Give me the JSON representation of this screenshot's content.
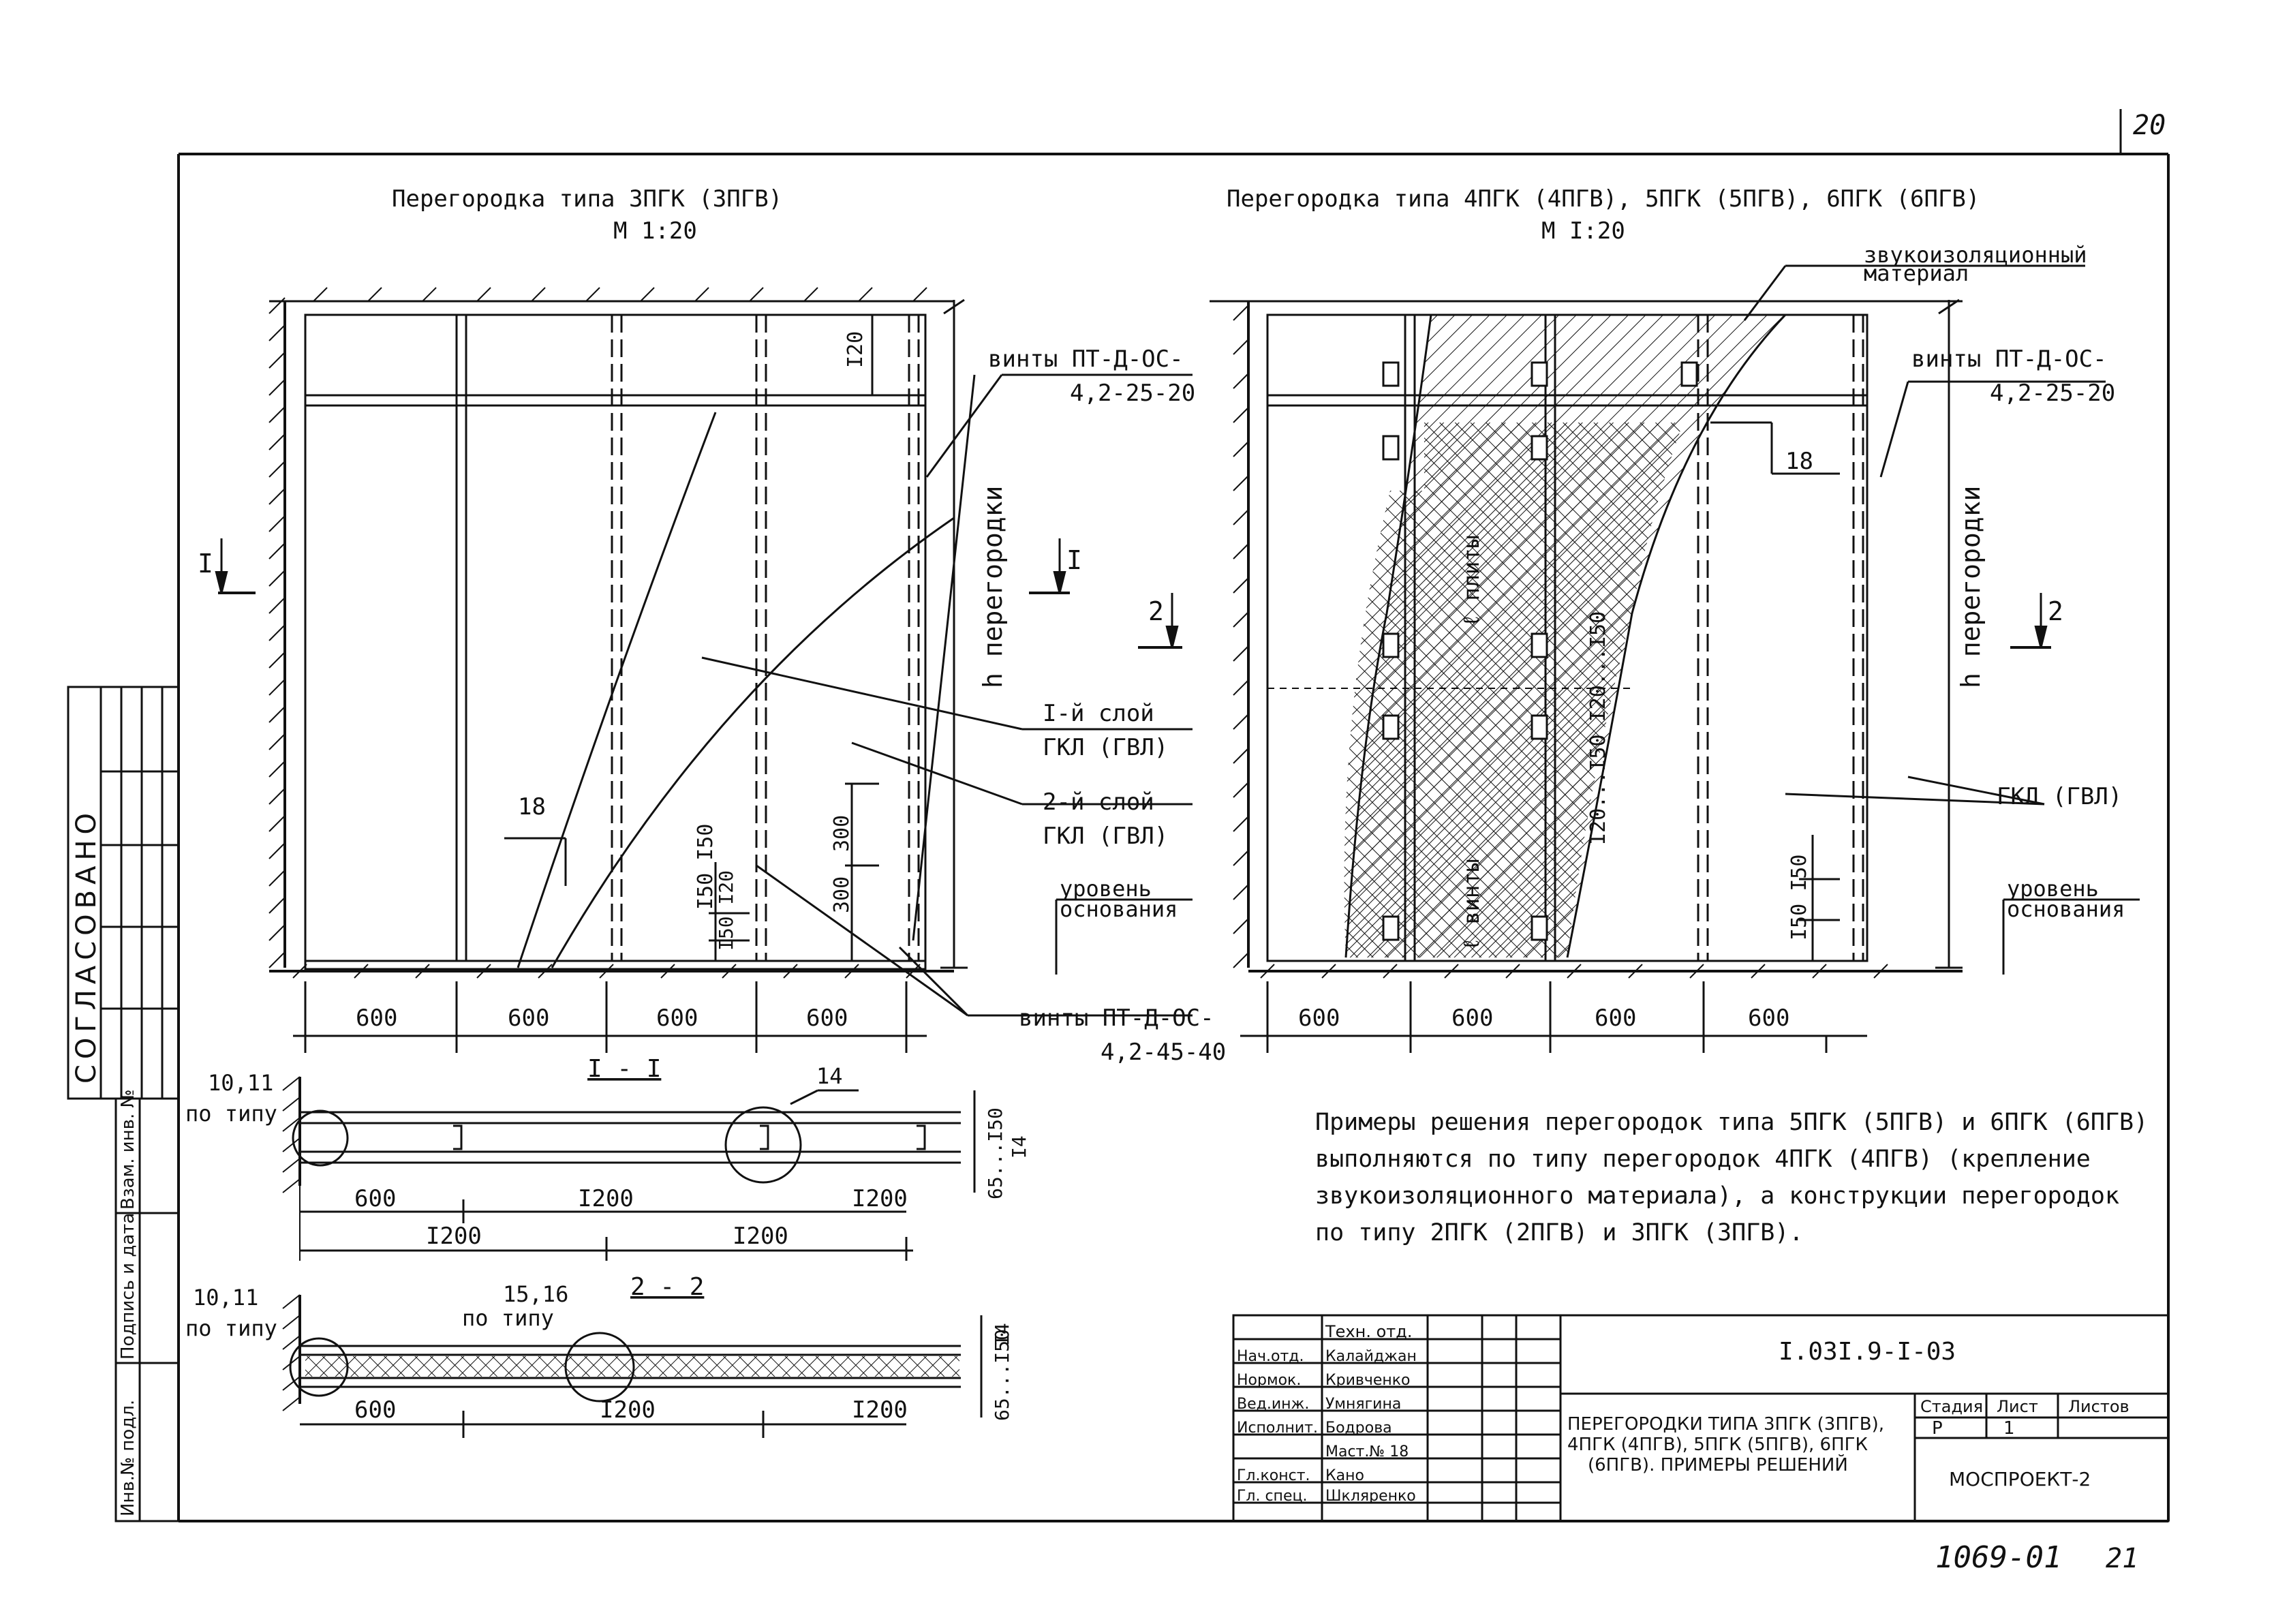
{
  "sheet": {
    "page_no": "20",
    "bottom_note": "1069-01",
    "bottom_page": "21"
  },
  "approval_strip": {
    "agreed": "СОГЛАСОВАНО",
    "col1": "Инв.№ подл.",
    "col2": "Подпись и дата",
    "col3": "Взам. инв. №"
  },
  "left_view": {
    "title": "Перегородка типа 3ПГК (3ПГВ)",
    "scale": "М 1:20",
    "dims": [
      "600",
      "600",
      "600",
      "600"
    ],
    "dim_120": "I20",
    "dim_18": "18",
    "dim_300a": "300",
    "dim_300b": "300",
    "dim_150_150": "I50 I50",
    "dim_120b": "I50 I20",
    "h_label": "h перегородки",
    "section_mark": "I",
    "screws_top": [
      "винты ПТ-Д-ОС-",
      "4,2-25-20"
    ],
    "layer1": [
      "I-й слой",
      "ГКЛ (ГВЛ)"
    ],
    "layer2": [
      "2-й слой",
      "ГКЛ (ГВЛ)"
    ],
    "base_level": [
      "уровень",
      "основания"
    ],
    "screws_bottom": [
      "винты ПТ-Д-ОС-",
      "4,2-45-40"
    ]
  },
  "section_1": {
    "title": "I - I",
    "callout_left": [
      "10,11",
      "по типу"
    ],
    "callout_node": "14",
    "dims_row1": [
      "600",
      "I200",
      "I200"
    ],
    "dims_row2": [
      "I200",
      "I200"
    ],
    "side_dims": [
      "I4",
      "I4",
      "I4",
      "I4",
      "65...I50"
    ]
  },
  "section_2": {
    "title": "2 - 2",
    "callout_left": [
      "10,11",
      "по типу"
    ],
    "callout_node": [
      "15,16",
      "по типу"
    ],
    "dims_row1": [
      "600",
      "I200",
      "I200"
    ],
    "side_dims": [
      "I4",
      "I4",
      "65...I50"
    ]
  },
  "right_view": {
    "title": "Перегородка типа 4ПГК (4ПГВ), 5ПГК (5ПГВ), 6ПГК (6ПГВ)",
    "scale": "М I:20",
    "sound_material": [
      "звукоизоляционный",
      "материал"
    ],
    "screws": [
      "винты ПТ-Д-ОС-",
      "4,2-25-20"
    ],
    "dim_18": "18",
    "h_label": "h перегородки",
    "section_mark": "2",
    "gkl": "ГКЛ (ГВЛ)",
    "base_level": [
      "уровень",
      "основания"
    ],
    "dims": [
      "600",
      "600",
      "600",
      "600"
    ],
    "dim_150": "I50 I50",
    "plate_label": "ℓ плиты",
    "screw_label": "ℓ винты",
    "pitch_label": "I20...I50 I20...I50"
  },
  "note": [
    "Примеры решения перегородок типа 5ПГК (5ПГВ) и 6ПГК (6ПГВ)",
    "выполняются по типу перегородок 4ПГК (4ПГВ) (крепление",
    "звукоизоляционного материала), а конструкции перегородок",
    "по типу 2ПГК (2ПГВ) и 3ПГК (3ПГВ)."
  ],
  "title_block": {
    "code": "I.03I.9-I-03",
    "roles": [
      {
        "role": "Нач.отд.",
        "name": "Калайджан"
      },
      {
        "role": "Нормок.",
        "name": "Кривченко"
      },
      {
        "role": "Вед.инж.",
        "name": "Умнягина"
      },
      {
        "role": "Исполнит.",
        "name": "Бодрова"
      },
      {
        "role": "",
        "name": "Маст.№ 18"
      },
      {
        "role": "Гл.конст.",
        "name": "Кано"
      },
      {
        "role": "Гл. спец.",
        "name": "Шкляренко"
      }
    ],
    "tech_dept": "Техн. отд.",
    "description": [
      "ПЕРЕГОРОДКИ ТИПА 3ПГК (3ПГВ),",
      "4ПГК (4ПГВ), 5ПГК (5ПГВ), 6ПГК",
      "(6ПГВ). ПРИМЕРЫ РЕШЕНИЙ"
    ],
    "stage_label": "Стадия",
    "sheet_label": "Лист",
    "sheets_label": "Листов",
    "stage": "Р",
    "sheet": "1",
    "org": "МОСПРОЕКТ-2"
  }
}
